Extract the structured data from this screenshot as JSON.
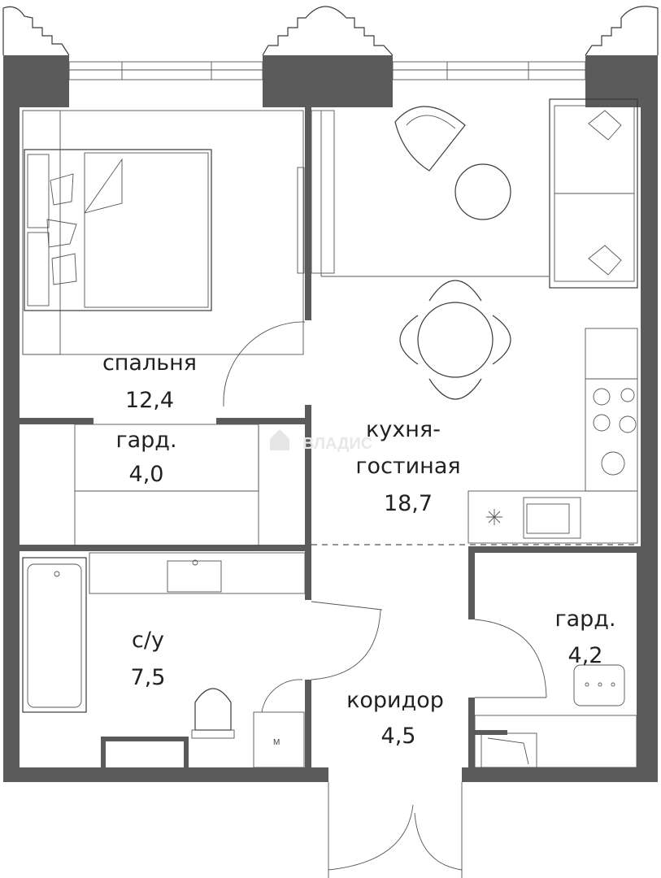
{
  "watermark": "ВЛАДИС",
  "rooms": [
    {
      "id": "bedroom",
      "name": "спальня",
      "area": "12,4"
    },
    {
      "id": "wardrobe1",
      "name": "гард.",
      "area": "4,0"
    },
    {
      "id": "kitchen",
      "name_line1": "кухня-",
      "name_line2": "гостиная",
      "area": "18,7"
    },
    {
      "id": "bathroom",
      "name": "с/у",
      "area": "7,5"
    },
    {
      "id": "wardrobe2",
      "name": "гард.",
      "area": "4,2"
    },
    {
      "id": "corridor",
      "name": "коридор",
      "area": "4,5"
    }
  ],
  "colors": {
    "wall": "#5b5b5b",
    "line": "#3a3a3a",
    "text": "#231f20"
  },
  "icons": [
    "sink-icon",
    "bathtub-icon",
    "toilet-icon",
    "stove-icon",
    "sofa-icon",
    "bed-icon",
    "dining-table-icon",
    "water-meter-icon"
  ]
}
